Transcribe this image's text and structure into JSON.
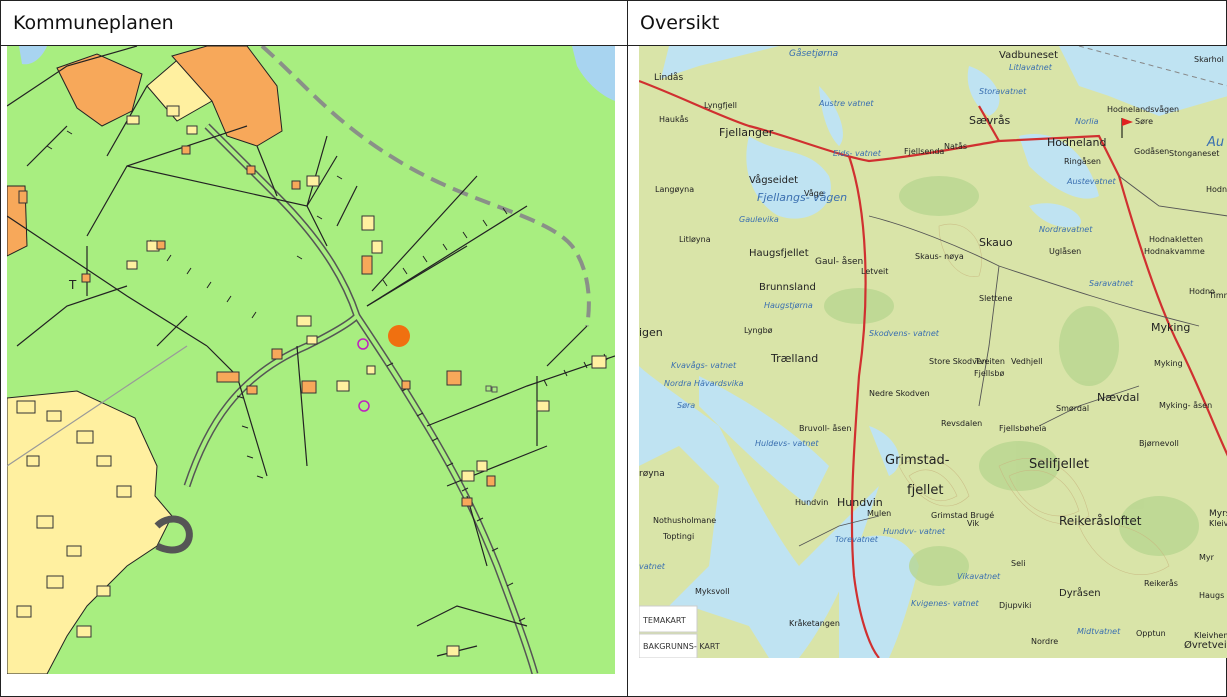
{
  "panels": {
    "left_title": "Kommuneplanen",
    "right_title": "Oversikt"
  },
  "colors": {
    "lnf_green": "#a8ee80",
    "residential_yellow": "#fff0a0",
    "building_orange": "#f7a85a",
    "marker_orange": "#f07010",
    "topo_water": "#bfe3f2",
    "topo_land": "#d9e4a8"
  },
  "overview_map": {
    "places": {
      "gasetjorna": "Gåsetjørna",
      "vadbuneset": "Vadbuneset",
      "litlavatnet": "Litlavatnet",
      "storavatnet": "Storavatnet",
      "lindas": "Lindås",
      "lyngfjell": "Lyngfjell",
      "haukas": "Haukås",
      "austrevatnet": "Austre vatnet",
      "fjellanger": "Fjellanger",
      "sevras": "Sævrås",
      "natas": "Natås",
      "fjellsenda": "Fjellsenda",
      "hodneland": "Hodneland",
      "hodnelandsvagen": "Hodnelandsvågen",
      "sore": "Søre",
      "norlia": "Norlia",
      "skarholmen": "Skarhol",
      "ringasen": "Ringåsen",
      "godasen": "Godåsen",
      "stonganeset": "Stonganeset",
      "eidsvatnet": "Eids- vatnet",
      "vageseidet": "Vågseidet",
      "fjellangsvagen": "Fjellangs- vågen",
      "vage": "Våge",
      "langoyna": "Langøyna",
      "gaulevika": "Gaulevika",
      "austevatnet": "Austevatnet",
      "hodnali": "Hodnali",
      "nordravatnet": "Nordravatnet",
      "skauo": "Skauo",
      "uglasen": "Uglåsen",
      "litloyna": "Litløyna",
      "haugsfjellet": "Haugsfjellet",
      "gaul_asen": "Gaul- åsen",
      "letveit": "Letveit",
      "skaus_noya": "Skaus- nøya",
      "hodnakletten": "Hodnakletten",
      "hodnakvamme": "Hodnakvamme",
      "brunnsland": "Brunnsland",
      "haugstjorna": "Haugstjørna",
      "slettene": "Slettene",
      "saravatnet": "Saravatnet",
      "hodno": "Hodno",
      "timmer": "Timmer",
      "lyngbo": "Lyngbø",
      "skodvensvatnet": "Skodvens- vatnet",
      "igen": "igen",
      "myking": "Myking",
      "trelland": "Trælland",
      "kvavagsvatnet": "Kvavågs- vatnet",
      "store_skodven": "Store Skodven",
      "tveiten": "Tveiten",
      "vedhjell": "Vedhjell",
      "nordra_havardsvika": "Nordra Hävardsvika",
      "sora": "Søra",
      "fjellsbo": "Fjellsbø",
      "nedre_skodven": "Nedre Skodven",
      "revsdalen": "Revsdalen",
      "smordal": "Smørdal",
      "nevdal": "Nævdal",
      "myking_asen": "Myking- åsen",
      "fjellsboheia": "Fjellsbøheia",
      "bjornevoll": "Bjørnevoll",
      "bruvoll_asen": "Bruvoll- åsen",
      "huldevsvatnet": "Huldevs- vatnet",
      "groyna": "røyna",
      "grimstadfjellet_a": "Grimstad-",
      "grimstadfjellet_b": "fjellet",
      "selifjellet": "Selifjellet",
      "hundvin_small": "Hundvin",
      "hundvin": "Hundvin",
      "nothusholmane": "Nothusholmane",
      "mulen": "Mulen",
      "grimstad_bruge": "Grimstad Brugé",
      "reikerasloftet": "Reikeråsloftet",
      "myrsf": "Myrsf",
      "kleivi": "Kleivi",
      "hundvvatnet": "Hundvv- vatnet",
      "torevatnet": "Torevatnet",
      "vik": "Vik",
      "toptingi": "Toptingi",
      "seli": "Seli",
      "vikavatnet": "Vikavatnet",
      "myr": "Myr",
      "myksvoll": "Myksvoll",
      "haugs": "Haugs",
      "reikeras": "Reikerås",
      "djupviki": "Djupviki",
      "dyrasen": "Dyråsen",
      "kvigenesvatnet": "Kvigenes- vatnet",
      "kraketangen": "Kråketangen",
      "midtvatnet": "Midtvatnet",
      "opptun": "Opptun",
      "kleivhem": "Kleivhem",
      "ovretveit": "Øvretveit",
      "nordre": "Nordre",
      "vatnet_left": "vatnet",
      "aust": "Au"
    },
    "overlay_buttons": {
      "temakart": "TEMAKART",
      "bakgrunnskart": "BAKGRUNNS- KART"
    }
  }
}
